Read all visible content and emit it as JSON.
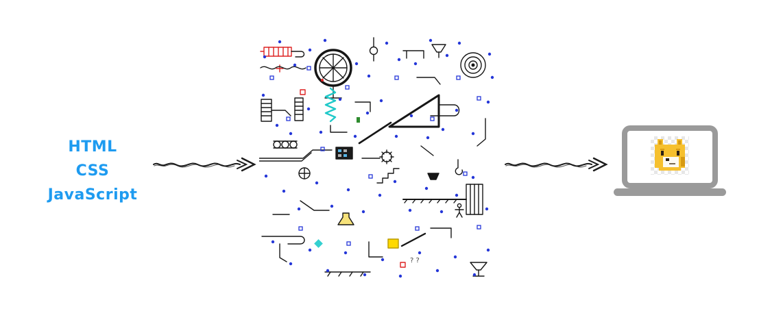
{
  "diagram": {
    "inputs": {
      "labels": [
        "HTML",
        "CSS",
        "JavaScript"
      ],
      "text_color": "#1E9BF0"
    },
    "arrows": {
      "icon": "squiggly-arrow-right",
      "color": "#1B1B1B"
    },
    "machine": {
      "icon": "rube-goldberg-machine",
      "question_marks": "? ?",
      "dot_color": "#2537D8",
      "spring_color": "#1FC9C9",
      "highlight_yellow": "#FFD900",
      "accent_red": "#DD2222"
    },
    "output": {
      "icon": "laptop",
      "screen_content": "doge-pixel-art",
      "frame_color": "#9A9A9A",
      "doge_yellow": "#F6C02E",
      "doge_shade": "#D79A12"
    }
  }
}
